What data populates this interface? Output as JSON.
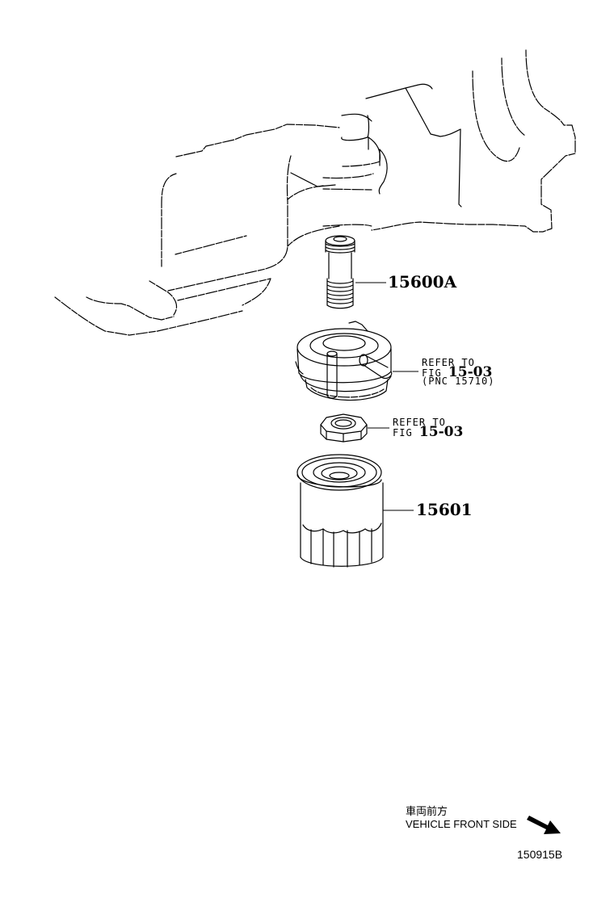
{
  "diagram": {
    "type": "exploded-parts-diagram",
    "subject": "Oil filter assembly",
    "callouts": [
      {
        "id": "15600A",
        "label": "15600A",
        "part": "union-bolt"
      },
      {
        "id": "ref-bracket",
        "line1": "REFER TO",
        "line2_prefix": "FIG",
        "line2_fig": "15-03",
        "line3": "(PNC 15710)",
        "part": "oil-filter-bracket"
      },
      {
        "id": "ref-nut",
        "line1": "REFER TO",
        "line2_prefix": "FIG",
        "line2_fig": "15-03",
        "part": "nut"
      },
      {
        "id": "15601",
        "label": "15601",
        "part": "oil-filter"
      }
    ],
    "orientation": {
      "japanese": "車両前方",
      "english": "VEHICLE FRONT SIDE",
      "arrow": "arrow-down-right-icon"
    },
    "figure_code": "150915B",
    "colors": {
      "line": "#000000",
      "background": "#ffffff"
    }
  }
}
